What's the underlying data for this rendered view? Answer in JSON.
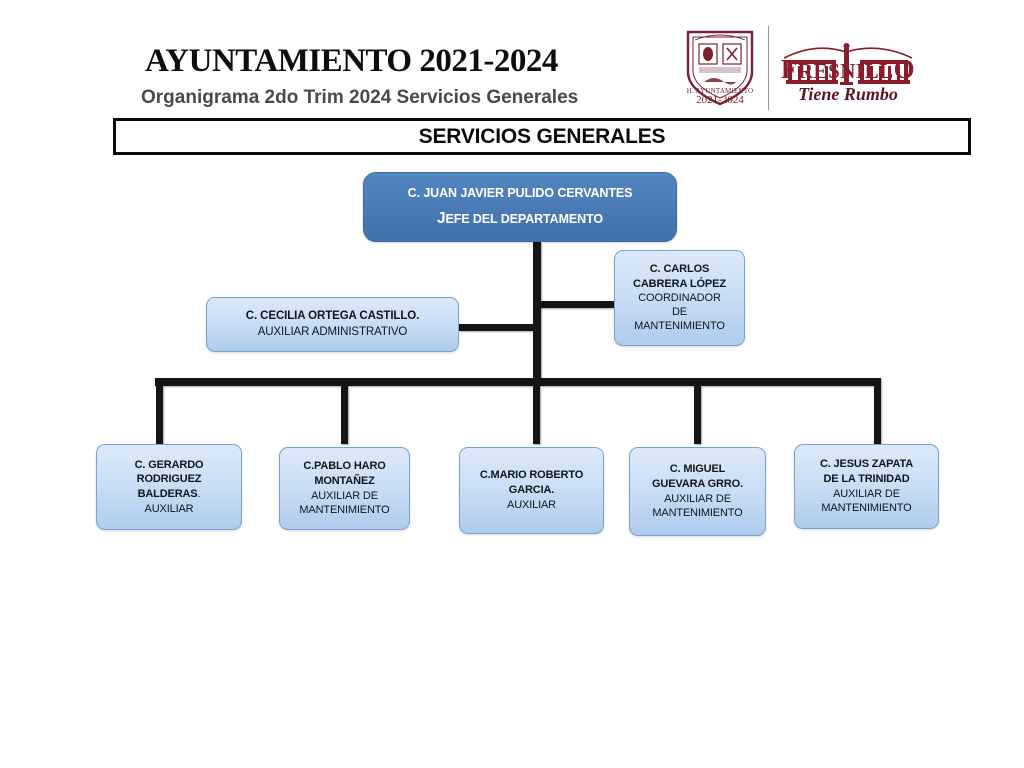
{
  "header": {
    "main_title": "AYUNTAMIENTO 2021-2024",
    "subtitle": "Organigrama 2do Trim 2024 Servicios Generales",
    "shield_logo": {
      "icon": "coat-of-arms-shield-icon",
      "caption_line1": "H. AYUNTAMIENTO",
      "caption_line2": "2021-2024",
      "color": "#7a2230"
    },
    "city_logo": {
      "icon": "fresnillo-arcade-icon",
      "wordmark": "FRESNILLO",
      "tagline": "Tiene Rumbo",
      "color": "#8a1c2b"
    }
  },
  "section_title": "SERVICIOS GENERALES",
  "colors": {
    "root_fill": "#4a7ab5",
    "child_fill": "#cbdef5",
    "child_border": "#7ba2cf",
    "connector": "#151515",
    "title_border": "#0a0a0a"
  },
  "chart_data": {
    "type": "org-chart",
    "title": "SERVICIOS GENERALES",
    "nodes": [
      {
        "id": "root",
        "level": 0,
        "name": "C. JUAN JAVIER PULIDO CERVANTES",
        "role": "JEFE DEL DEPARTAMENTO",
        "style": "root"
      },
      {
        "id": "coordinador",
        "level": 1,
        "name_line1": "C. CARLOS",
        "name_line2": "CABRERA LÓPEZ",
        "role_line1": "COORDINADOR",
        "role_line2": "DE",
        "role_line3": "MANTENIMIENTO",
        "style": "child",
        "parent": "root"
      },
      {
        "id": "auxiliar-administrativo",
        "level": 1,
        "name": "C. CECILIA ORTEGA CASTILLO.",
        "role": "AUXILIAR ADMINISTRATIVO",
        "style": "child",
        "parent": "root"
      },
      {
        "id": "gerardo-rodriguez",
        "level": 2,
        "name_line1": "C. GERARDO",
        "name_line2": "RODRIGUEZ",
        "name_line3": "BALDERAS",
        "name_suffix": ".",
        "role": "AUXILIAR",
        "style": "child",
        "parent": "root"
      },
      {
        "id": "pablo-haro",
        "level": 2,
        "name_line1": "C.PABLO HARO",
        "name_line2": "MONTAÑEZ",
        "role_line1": "AUXILIAR DE",
        "role_line2": "MANTENIMIENTO",
        "style": "child",
        "parent": "root"
      },
      {
        "id": "mario-roberto-garcia",
        "level": 2,
        "name_line1": "C.MARIO ROBERTO",
        "name_line2": "GARCIA.",
        "role": "AUXILIAR",
        "style": "child",
        "parent": "root"
      },
      {
        "id": "miguel-guevara",
        "level": 2,
        "name_line1": "C. MIGUEL",
        "name_line2": "GUEVARA GRRO.",
        "role_line1": "AUXILIAR DE",
        "role_line2": "MANTENIMIENTO",
        "style": "child",
        "parent": "root"
      },
      {
        "id": "jesus-zapata",
        "level": 2,
        "name_line1": "C. JESUS ZAPATA",
        "name_line2": "DE LA TRINIDAD",
        "role_line1": "AUXILIAR DE",
        "role_line2": "MANTENIMIENTO",
        "style": "child",
        "parent": "root"
      }
    ]
  }
}
